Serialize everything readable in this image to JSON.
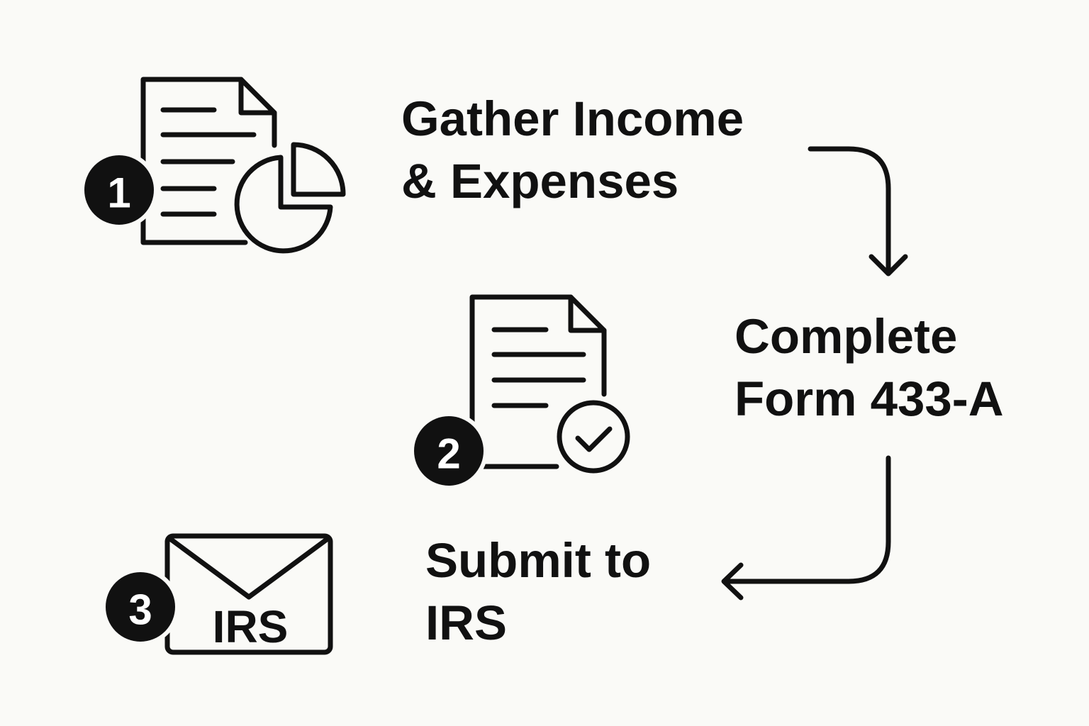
{
  "steps": [
    {
      "number": "1",
      "title_line1": "Gather Income",
      "title_line2": "& Expenses",
      "icon": "document-chart-icon"
    },
    {
      "number": "2",
      "title_line1": "Complete",
      "title_line2": "Form 433-A",
      "icon": "document-check-icon"
    },
    {
      "number": "3",
      "title_line1": "Submit to",
      "title_line2": "IRS",
      "icon": "envelope-icon",
      "envelope_text": "IRS"
    }
  ],
  "colors": {
    "ink": "#111111",
    "background": "#fafaf7",
    "badge_text": "#ffffff"
  }
}
